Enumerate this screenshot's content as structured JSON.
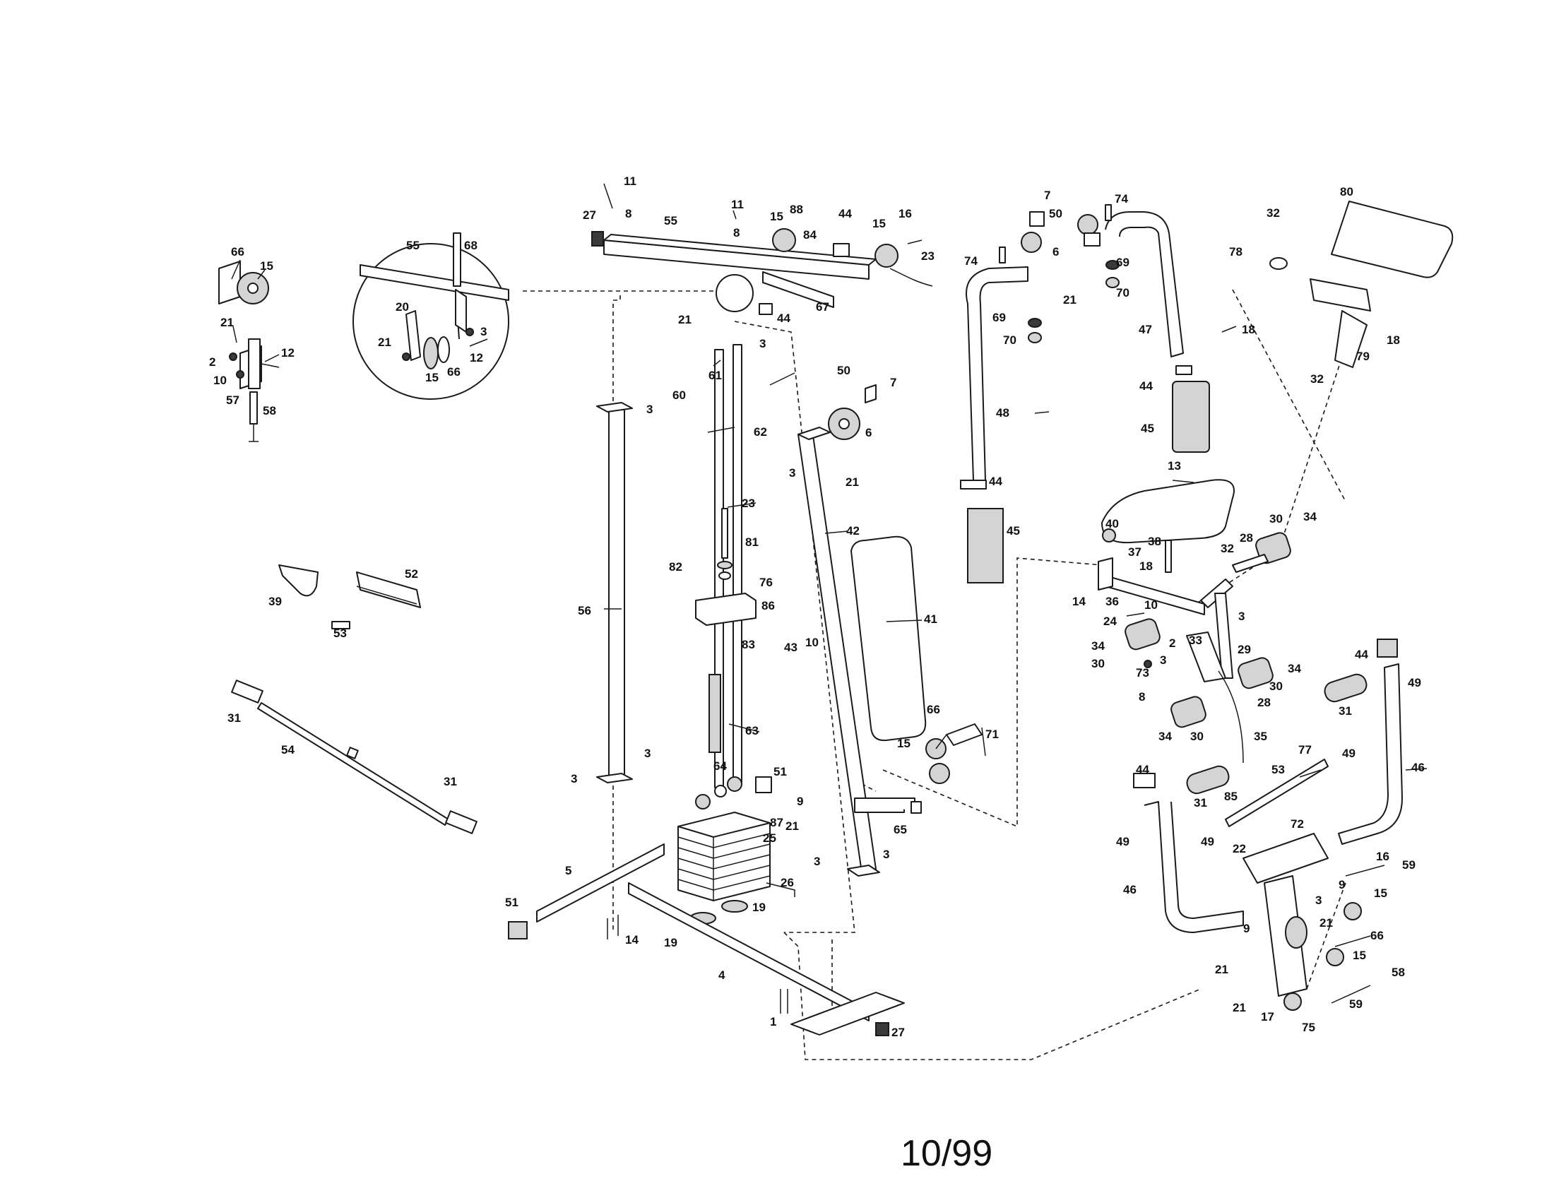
{
  "footer": {
    "page_code": "10/99"
  },
  "callouts": [
    {
      "id": "c66a",
      "text": "66"
    },
    {
      "id": "c15a",
      "text": "15"
    },
    {
      "id": "c21a",
      "text": "21"
    },
    {
      "id": "c2a",
      "text": "2"
    },
    {
      "id": "c12a",
      "text": "12"
    },
    {
      "id": "c10a",
      "text": "10"
    },
    {
      "id": "c57",
      "text": "57"
    },
    {
      "id": "c58a",
      "text": "58"
    },
    {
      "id": "c55a",
      "text": "55"
    },
    {
      "id": "c68",
      "text": "68"
    },
    {
      "id": "c20",
      "text": "20"
    },
    {
      "id": "c3a",
      "text": "3"
    },
    {
      "id": "c21b",
      "text": "21"
    },
    {
      "id": "c12b",
      "text": "12"
    },
    {
      "id": "c15b",
      "text": "15"
    },
    {
      "id": "c66b",
      "text": "66"
    },
    {
      "id": "c11a",
      "text": "11"
    },
    {
      "id": "c27a",
      "text": "27"
    },
    {
      "id": "c8a",
      "text": "8"
    },
    {
      "id": "c55b",
      "text": "55"
    },
    {
      "id": "c11b",
      "text": "11"
    },
    {
      "id": "c8b",
      "text": "8"
    },
    {
      "id": "c15c",
      "text": "15"
    },
    {
      "id": "c88",
      "text": "88"
    },
    {
      "id": "c84",
      "text": "84"
    },
    {
      "id": "c44a",
      "text": "44"
    },
    {
      "id": "c15d",
      "text": "15"
    },
    {
      "id": "c16a",
      "text": "16"
    },
    {
      "id": "c23a",
      "text": "23"
    },
    {
      "id": "c21c",
      "text": "21"
    },
    {
      "id": "c44b",
      "text": "44"
    },
    {
      "id": "c67",
      "text": "67"
    },
    {
      "id": "c3b",
      "text": "3"
    },
    {
      "id": "c61",
      "text": "61"
    },
    {
      "id": "c60",
      "text": "60"
    },
    {
      "id": "c3c",
      "text": "3"
    },
    {
      "id": "c62",
      "text": "62"
    },
    {
      "id": "c23b",
      "text": "23"
    },
    {
      "id": "c81",
      "text": "81"
    },
    {
      "id": "c82",
      "text": "82"
    },
    {
      "id": "c76",
      "text": "76"
    },
    {
      "id": "c86",
      "text": "86"
    },
    {
      "id": "c83",
      "text": "83"
    },
    {
      "id": "c56",
      "text": "56"
    },
    {
      "id": "c63",
      "text": "63"
    },
    {
      "id": "c64",
      "text": "64"
    },
    {
      "id": "c51a",
      "text": "51"
    },
    {
      "id": "c87",
      "text": "87"
    },
    {
      "id": "c3d",
      "text": "3"
    },
    {
      "id": "c3e",
      "text": "3"
    },
    {
      "id": "c25",
      "text": "25"
    },
    {
      "id": "c26",
      "text": "26"
    },
    {
      "id": "c5",
      "text": "5"
    },
    {
      "id": "c51b",
      "text": "51"
    },
    {
      "id": "c14a",
      "text": "14"
    },
    {
      "id": "c19a",
      "text": "19"
    },
    {
      "id": "c19b",
      "text": "19"
    },
    {
      "id": "c4",
      "text": "4"
    },
    {
      "id": "c1",
      "text": "1"
    },
    {
      "id": "c27b",
      "text": "27"
    },
    {
      "id": "c50a",
      "text": "50"
    },
    {
      "id": "c7a",
      "text": "7"
    },
    {
      "id": "c6a",
      "text": "6"
    },
    {
      "id": "c3f",
      "text": "3"
    },
    {
      "id": "c21d",
      "text": "21"
    },
    {
      "id": "c42",
      "text": "42"
    },
    {
      "id": "c41",
      "text": "41"
    },
    {
      "id": "c43",
      "text": "43"
    },
    {
      "id": "c10b",
      "text": "10"
    },
    {
      "id": "c66c",
      "text": "66"
    },
    {
      "id": "c71",
      "text": "71"
    },
    {
      "id": "c15e",
      "text": "15"
    },
    {
      "id": "c9a",
      "text": "9"
    },
    {
      "id": "c21e",
      "text": "21"
    },
    {
      "id": "c3g",
      "text": "3"
    },
    {
      "id": "c3h",
      "text": "3"
    },
    {
      "id": "c65",
      "text": "65"
    },
    {
      "id": "c39",
      "text": "39"
    },
    {
      "id": "c52",
      "text": "52"
    },
    {
      "id": "c53a",
      "text": "53"
    },
    {
      "id": "c31a",
      "text": "31"
    },
    {
      "id": "c54",
      "text": "54"
    },
    {
      "id": "c31b",
      "text": "31"
    },
    {
      "id": "c7b",
      "text": "7"
    },
    {
      "id": "c50b",
      "text": "50"
    },
    {
      "id": "c74a",
      "text": "74"
    },
    {
      "id": "c74b",
      "text": "74"
    },
    {
      "id": "c6b",
      "text": "6"
    },
    {
      "id": "c69a",
      "text": "69"
    },
    {
      "id": "c21f",
      "text": "21"
    },
    {
      "id": "c70a",
      "text": "70"
    },
    {
      "id": "c69b",
      "text": "69"
    },
    {
      "id": "c70b",
      "text": "70"
    },
    {
      "id": "c47",
      "text": "47"
    },
    {
      "id": "c48",
      "text": "48"
    },
    {
      "id": "c44c",
      "text": "44"
    },
    {
      "id": "c45a",
      "text": "45"
    },
    {
      "id": "c44d",
      "text": "44"
    },
    {
      "id": "c45b",
      "text": "45"
    },
    {
      "id": "c32a",
      "text": "32"
    },
    {
      "id": "c80",
      "text": "80"
    },
    {
      "id": "c78",
      "text": "78"
    },
    {
      "id": "c18a",
      "text": "18"
    },
    {
      "id": "c79",
      "text": "79"
    },
    {
      "id": "c18b",
      "text": "18"
    },
    {
      "id": "c32b",
      "text": "32"
    },
    {
      "id": "c13",
      "text": "13"
    },
    {
      "id": "c40",
      "text": "40"
    },
    {
      "id": "c38",
      "text": "38"
    },
    {
      "id": "c37",
      "text": "37"
    },
    {
      "id": "c18c",
      "text": "18"
    },
    {
      "id": "c32c",
      "text": "32"
    },
    {
      "id": "c28a",
      "text": "28"
    },
    {
      "id": "c30a",
      "text": "30"
    },
    {
      "id": "c34a",
      "text": "34"
    },
    {
      "id": "c14b",
      "text": "14"
    },
    {
      "id": "c36",
      "text": "36"
    },
    {
      "id": "c10c",
      "text": "10"
    },
    {
      "id": "c24",
      "text": "24"
    },
    {
      "id": "c3i",
      "text": "3"
    },
    {
      "id": "c34b",
      "text": "34"
    },
    {
      "id": "c30b",
      "text": "30"
    },
    {
      "id": "c2b",
      "text": "2"
    },
    {
      "id": "c33",
      "text": "33"
    },
    {
      "id": "c29",
      "text": "29"
    },
    {
      "id": "c73",
      "text": "73"
    },
    {
      "id": "c3j",
      "text": "3"
    },
    {
      "id": "c8c",
      "text": "8"
    },
    {
      "id": "c34c",
      "text": "34"
    },
    {
      "id": "c30c",
      "text": "30"
    },
    {
      "id": "c28b",
      "text": "28"
    },
    {
      "id": "c34d",
      "text": "34"
    },
    {
      "id": "c30d",
      "text": "30"
    },
    {
      "id": "c35",
      "text": "35"
    },
    {
      "id": "c44e",
      "text": "44"
    },
    {
      "id": "c49a",
      "text": "49"
    },
    {
      "id": "c31c",
      "text": "31"
    },
    {
      "id": "c46a",
      "text": "46"
    },
    {
      "id": "c77",
      "text": "77"
    },
    {
      "id": "c49b",
      "text": "49"
    },
    {
      "id": "c53b",
      "text": "53"
    },
    {
      "id": "c85",
      "text": "85"
    },
    {
      "id": "c72",
      "text": "72"
    },
    {
      "id": "c44f",
      "text": "44"
    },
    {
      "id": "c31d",
      "text": "31"
    },
    {
      "id": "c49c",
      "text": "49"
    },
    {
      "id": "c49d",
      "text": "49"
    },
    {
      "id": "c46b",
      "text": "46"
    },
    {
      "id": "c22",
      "text": "22"
    },
    {
      "id": "c16b",
      "text": "16"
    },
    {
      "id": "c59a",
      "text": "59"
    },
    {
      "id": "c9b",
      "text": "9"
    },
    {
      "id": "c3k",
      "text": "3"
    },
    {
      "id": "c15f",
      "text": "15"
    },
    {
      "id": "c21g",
      "text": "21"
    },
    {
      "id": "c66d",
      "text": "66"
    },
    {
      "id": "c9c",
      "text": "9"
    },
    {
      "id": "c15g",
      "text": "15"
    },
    {
      "id": "c21h",
      "text": "21"
    },
    {
      "id": "c58b",
      "text": "58"
    },
    {
      "id": "c59b",
      "text": "59"
    },
    {
      "id": "c21i",
      "text": "21"
    },
    {
      "id": "c17",
      "text": "17"
    },
    {
      "id": "c75",
      "text": "75"
    }
  ]
}
